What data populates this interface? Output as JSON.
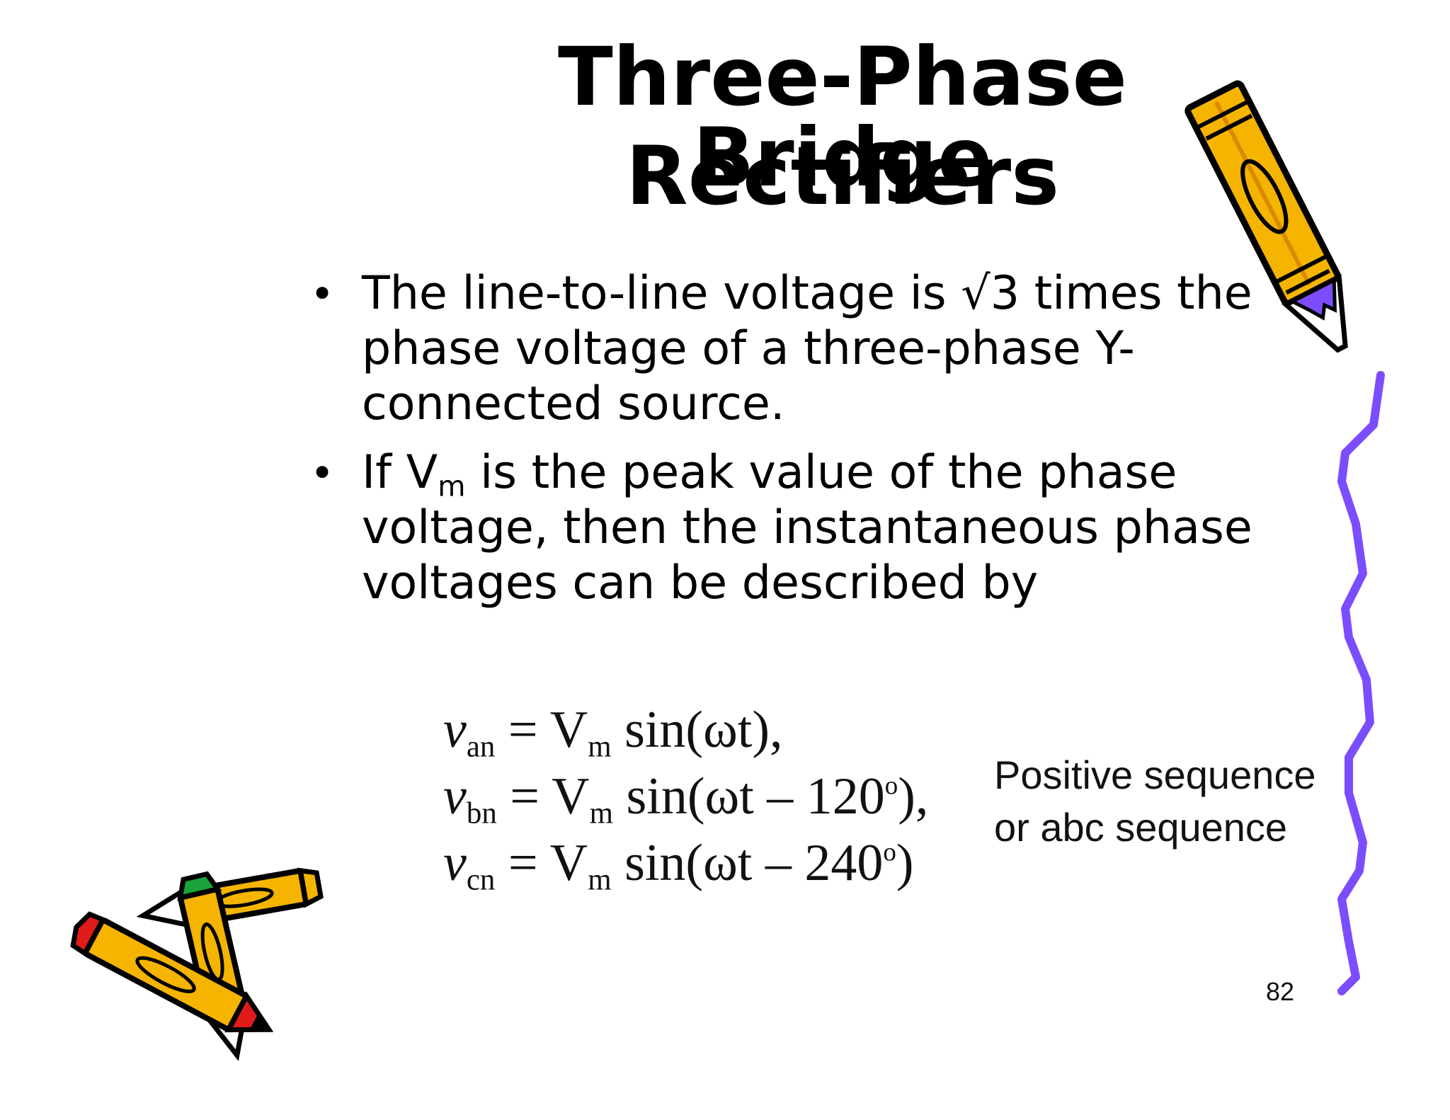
{
  "slide": {
    "title_line1": "Three-Phase Bridge",
    "title_line2": "Rectifiers",
    "bullet_char": "•",
    "bullets": [
      {
        "lines": [
          "The line-to-line voltage is √3 times the",
          "phase voltage of a three-phase Y-",
          "connected source."
        ]
      },
      {
        "line1_prefix": "If V",
        "line1_sub": "m",
        "line1_suffix": " is the peak value of the phase",
        "lines_rest": [
          "voltage, then the instantaneous phase",
          "voltages can be described by"
        ]
      }
    ],
    "equations": [
      {
        "var": "v",
        "sub": "an",
        "rhs_prefix": " = V",
        "rhs_sub": "m",
        "rhs_arg": " sin(ωt",
        "degrees": "",
        "deg_sup": "",
        "tail": "),",
        "has_deg": false
      },
      {
        "var": "v",
        "sub": "bn",
        "rhs_prefix": " = V",
        "rhs_sub": "m",
        "rhs_arg": " sin(ωt – 120",
        "deg_sup": "o",
        "tail": "),",
        "has_deg": true
      },
      {
        "var": "v",
        "sub": "cn",
        "rhs_prefix": " = V",
        "rhs_sub": "m",
        "rhs_arg": " sin(ωt – 240",
        "deg_sup": "o",
        "tail": ")",
        "has_deg": true
      }
    ],
    "note_lines": [
      "Positive sequence",
      "or abc sequence"
    ],
    "page_number": "82",
    "colors": {
      "pencil_body": "#f5b400",
      "pencil_outline": "#000000",
      "squiggle": "#7b4dff",
      "eraser_red": "#e01b1b",
      "eraser_green": "#1aa33a"
    }
  }
}
